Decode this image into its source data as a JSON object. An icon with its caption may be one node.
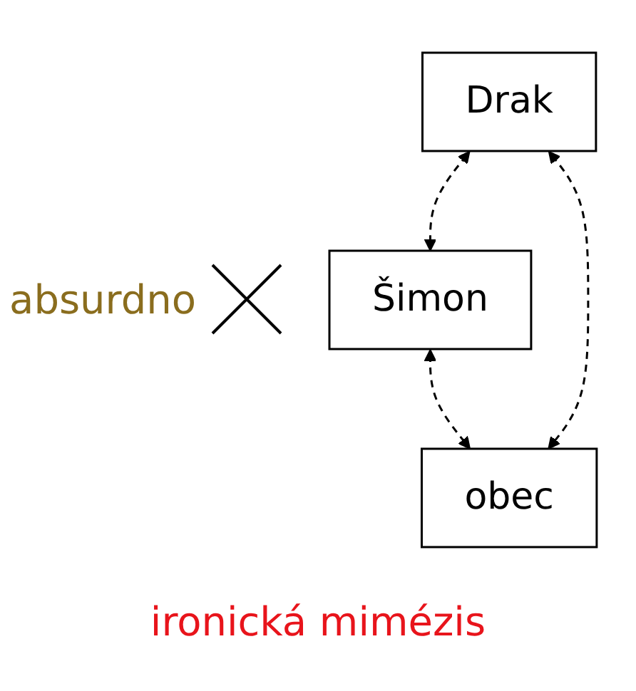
{
  "diagram": {
    "nodes": [
      {
        "text": [
          "Drak"
        ]
      },
      {
        "text": [
          "Šimon"
        ]
      },
      {
        "text": [
          "obec"
        ]
      }
    ],
    "edges": [
      {
        "from": 0,
        "to": 1,
        "arrow": "both",
        "style": "dashed"
      },
      {
        "from": 1,
        "to": 2,
        "arrow": "both",
        "style": "dashed"
      },
      {
        "from": 0,
        "to": 2,
        "arrow": "both",
        "style": "dashed"
      }
    ],
    "labels": [
      "absurdno",
      "ironická mimézis"
    ]
  }
}
